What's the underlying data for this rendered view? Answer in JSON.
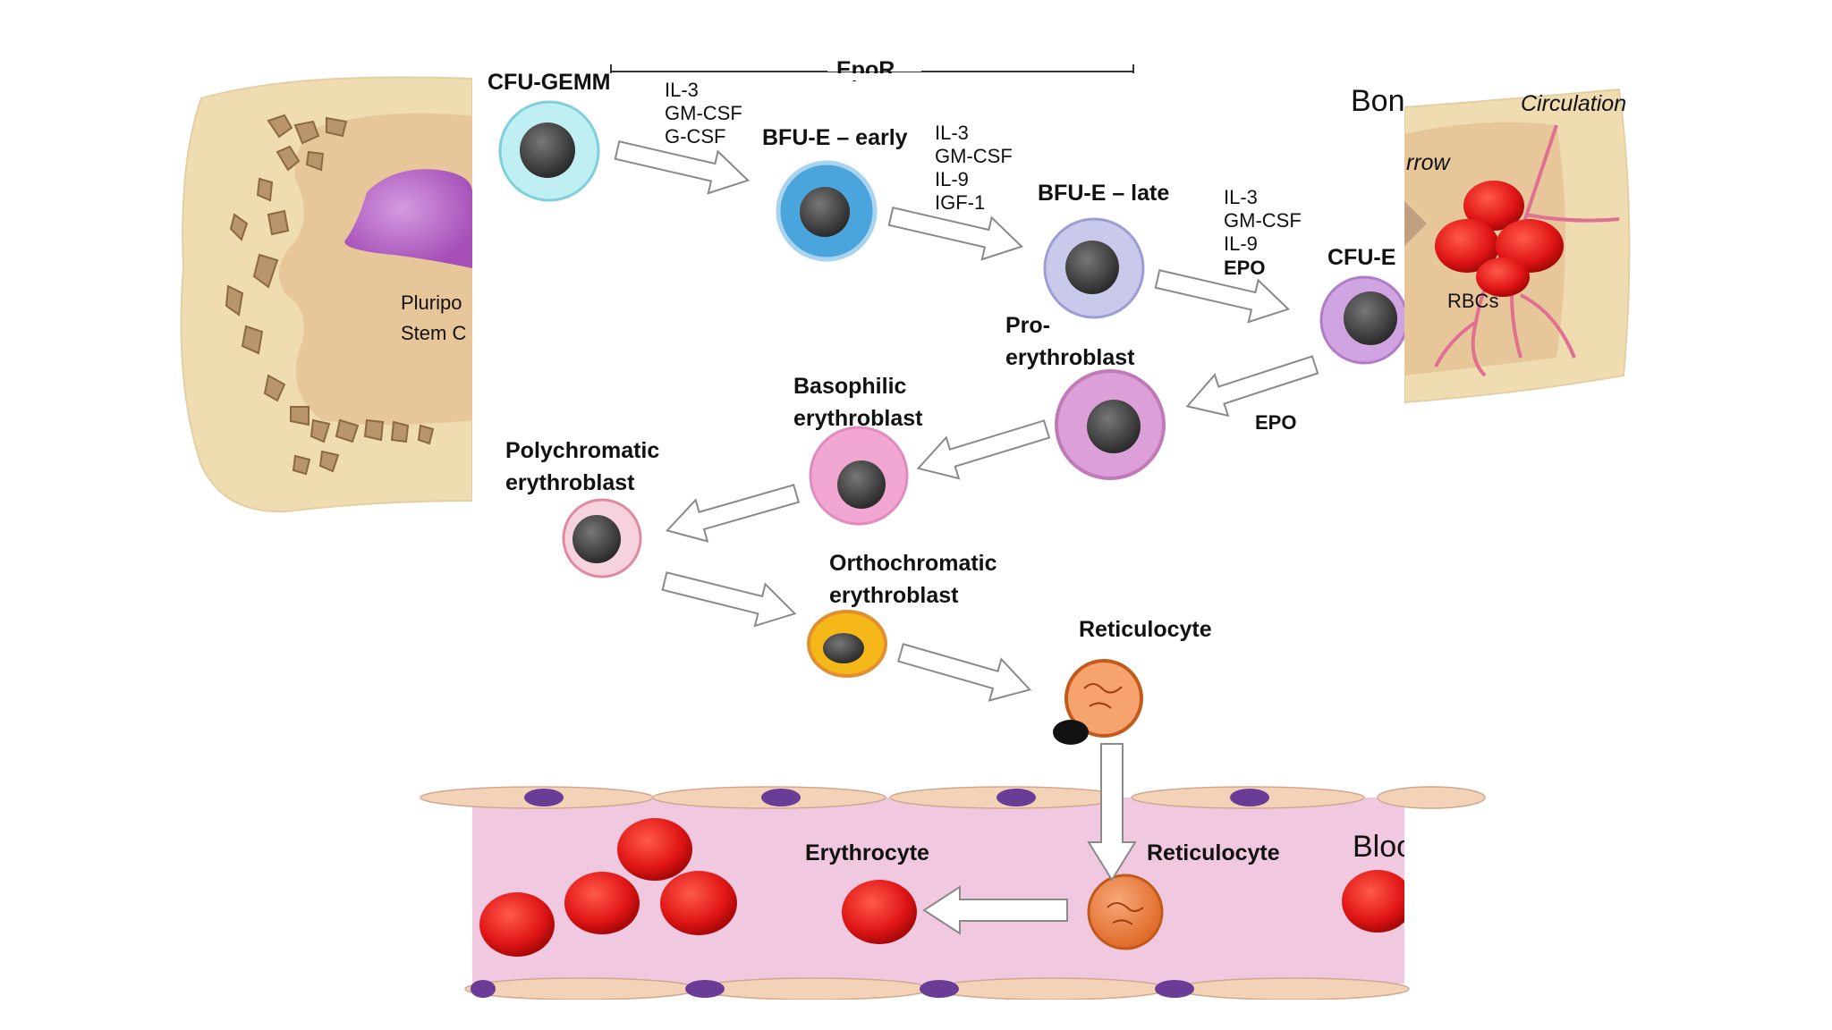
{
  "diagram": {
    "stages": {
      "cfu_gemm": "CFU-GEMM",
      "bfu_e_early": "BFU-E – early",
      "bfu_e_late": "BFU-E – late",
      "cfu_e": "CFU-E",
      "pro_l1": "Pro-",
      "pro_l2": "erythroblast",
      "baso_l1": "Basophilic",
      "baso_l2": "erythroblast",
      "poly_l1": "Polychromatic",
      "poly_l2": "erythroblast",
      "ortho_l1": "Orthochromatic",
      "ortho_l2": "erythroblast",
      "reticulocyte_marrow": "Reticulocyte",
      "reticulocyte_blood": "Reticulocyte",
      "erythrocyte": "Erythrocyte"
    },
    "factors": {
      "step1": [
        "IL-3",
        "GM-CSF",
        "G-CSF"
      ],
      "step2": [
        "IL-3",
        "GM-CSF",
        "IL-9",
        "IGF-1"
      ],
      "step3": [
        "IL-3",
        "GM-CSF",
        "IL-9"
      ],
      "step3_bold": "EPO",
      "step4": "EPO"
    },
    "top_partial": "EpoR",
    "bone_partial": "Bon",
    "marrow_partial": "rrow",
    "circulation": "Circulation",
    "rbcs": "RBCs",
    "blood_partial": "Bloo",
    "stem_l1": "Pluripo",
    "stem_l2": "Stem C"
  },
  "colors": {
    "bone": "#efdcb0",
    "marrow": "#e7c79a",
    "vessel": "#f0c8df",
    "rbc": "#e01a1a",
    "nucleus": "#555555"
  }
}
